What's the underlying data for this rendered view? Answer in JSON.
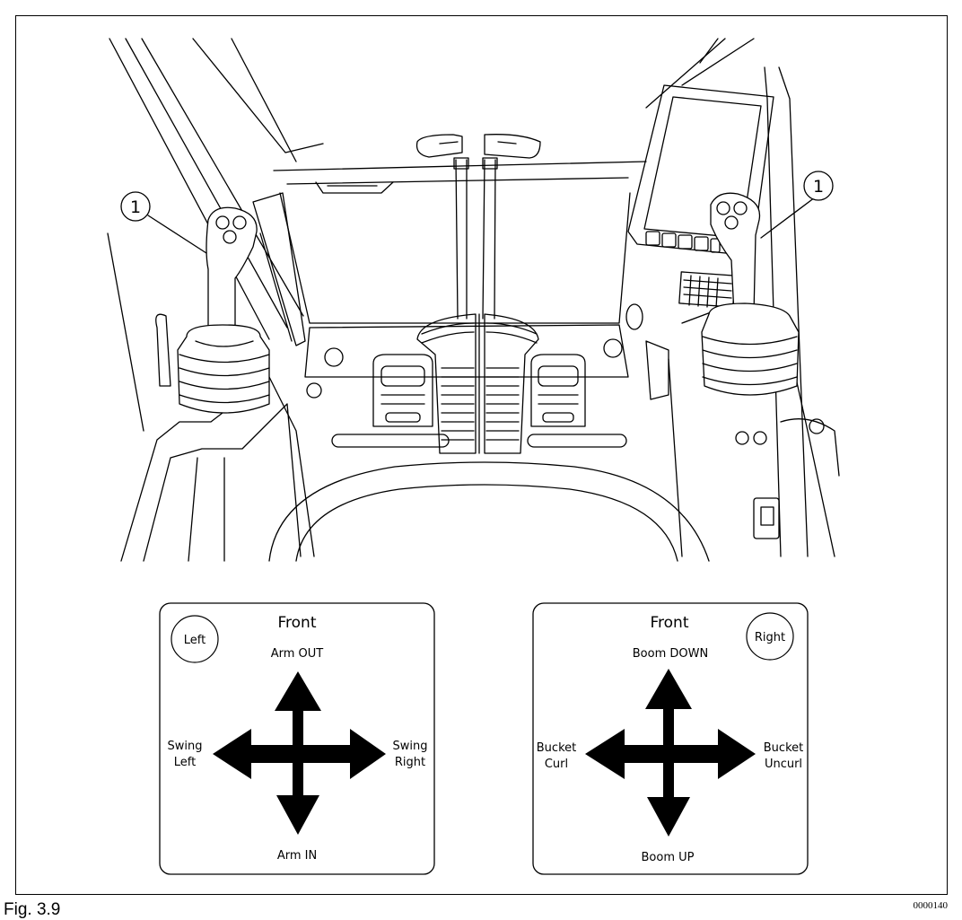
{
  "callouts": [
    "1",
    "1"
  ],
  "left_pattern": {
    "front": "Front",
    "side": "Left",
    "up": "Arm OUT",
    "down": "Arm IN",
    "left_line1": "Swing",
    "left_line2": "Left",
    "right_line1": "Swing",
    "right_line2": "Right"
  },
  "right_pattern": {
    "front": "Front",
    "side": "Right",
    "up": "Boom DOWN",
    "down": "Boom UP",
    "left_line1": "Bucket",
    "left_line2": "Curl",
    "right_line1": "Bucket",
    "right_line2": "Uncurl"
  },
  "figure_label": "Fig. 3.9",
  "doc_code": "0000140"
}
